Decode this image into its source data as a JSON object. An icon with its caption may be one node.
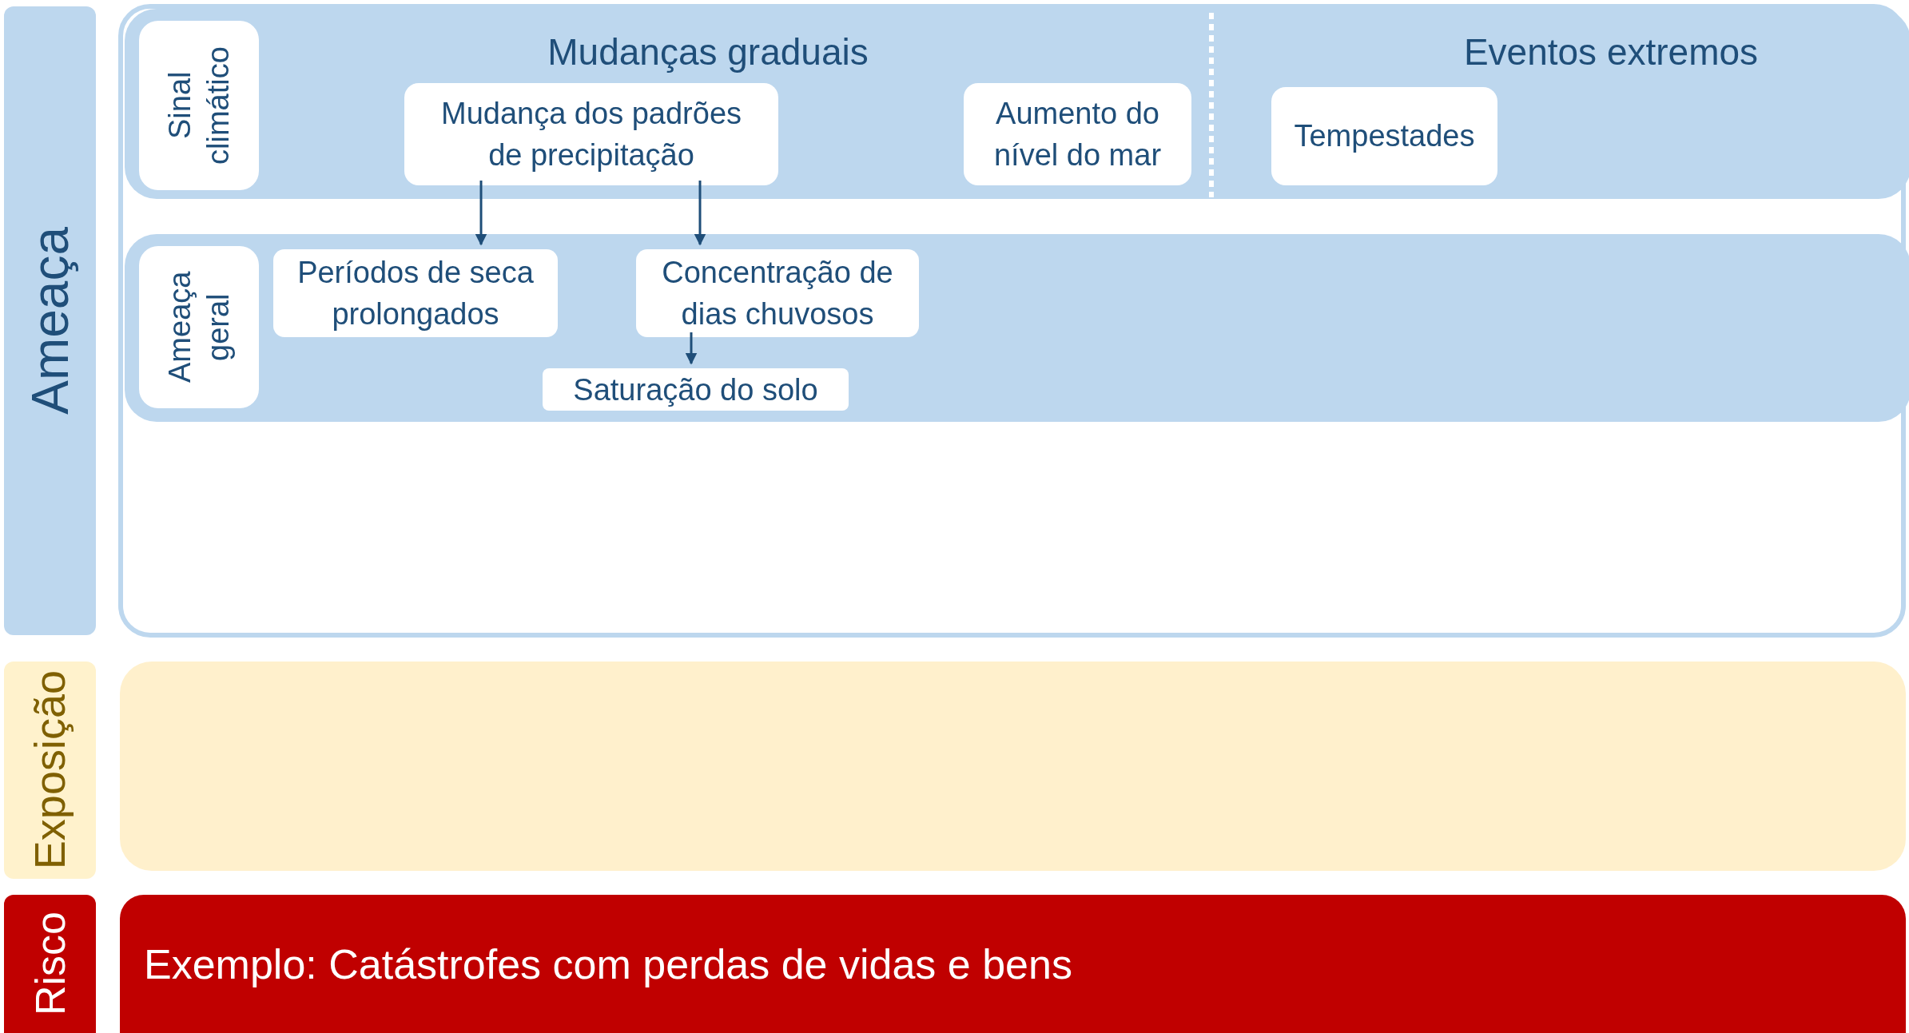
{
  "diagram": {
    "nodes": [
      {
        "text": [
          "Ameaça"
        ]
      },
      {
        "text": [],
        "shape": "box"
      },
      {
        "text": [
          "Mudanças graduais",
          "Eventos extremos"
        ],
        "in": 1
      },
      {
        "text": [
          "Sinal climático"
        ],
        "in": 2
      },
      {
        "text": [
          "Mudança dos padrões de precipitação"
        ],
        "in": 2
      },
      {
        "text": [
          "Aumento do nível do mar"
        ],
        "in": 2
      },
      {
        "text": [
          "Tempestades"
        ],
        "in": 2
      },
      {
        "text": [],
        "shape": "box",
        "in": 1
      },
      {
        "text": [
          "Ameaça geral"
        ],
        "in": 7
      },
      {
        "text": [
          "Períodos de seca prolongados"
        ],
        "in": 7
      },
      {
        "text": [
          "Concentração de dias chuvosos"
        ],
        "in": 7
      },
      {
        "text": [
          "Saturação do solo"
        ],
        "in": 7
      },
      {
        "text": [
          "Exposição"
        ]
      },
      {
        "text": [],
        "shape": "box"
      },
      {
        "text": [
          "Risco"
        ]
      },
      {
        "text": [
          "Exemplo: Catástrofes com perdas de vidas e bens"
        ]
      }
    ],
    "edges": [
      {
        "from": 4,
        "to": 9,
        "arrow": "to"
      },
      {
        "from": 4,
        "to": 10,
        "arrow": "to"
      },
      {
        "from": 10,
        "to": 11,
        "arrow": "to"
      }
    ]
  }
}
